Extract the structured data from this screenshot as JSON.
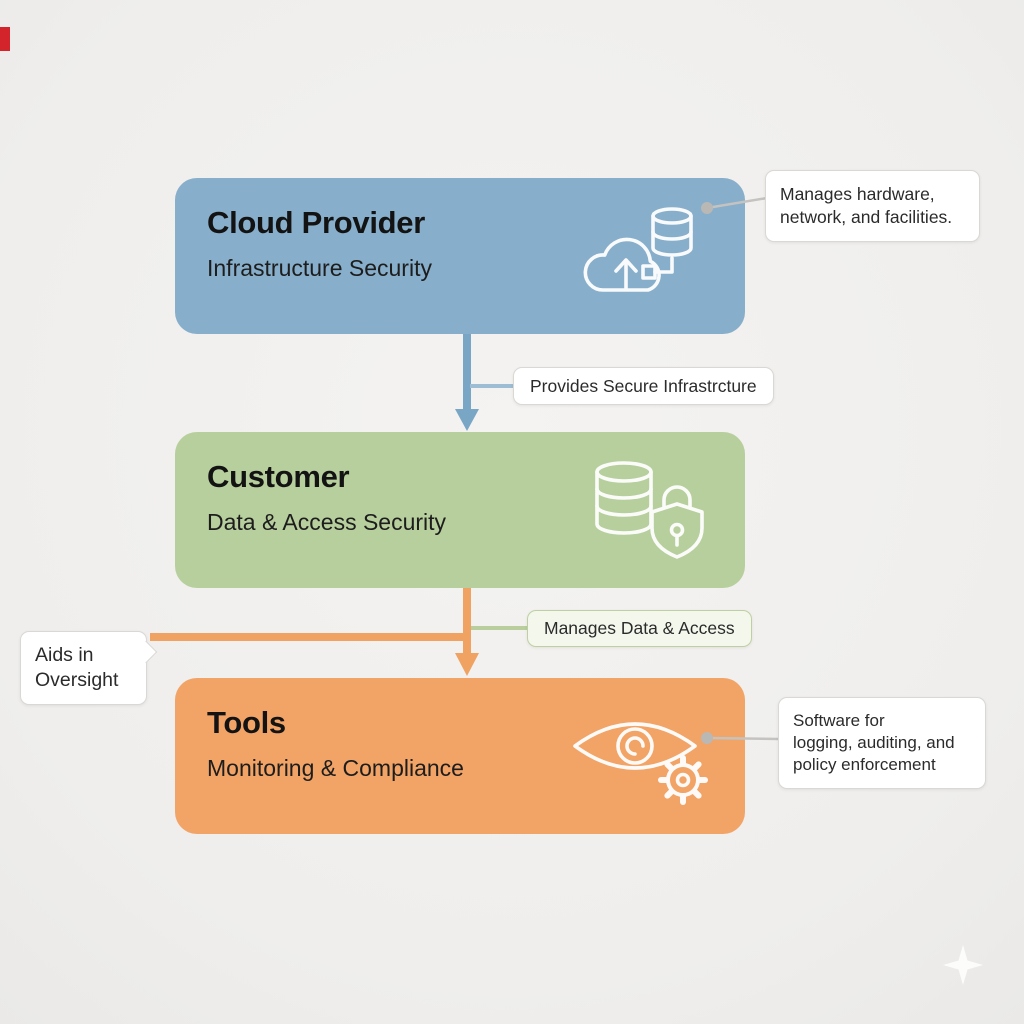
{
  "canvas": {
    "background": "#efeeec",
    "accent_blue": "#87aeca",
    "accent_green": "#b7cf9d",
    "accent_orange": "#f2a366"
  },
  "nodes": {
    "provider": {
      "title": "Cloud Provider",
      "subtitle": "Infrastructure Security",
      "color": "#87aeca",
      "icon": "cloud-upload-database-icon"
    },
    "customer": {
      "title": "Customer",
      "subtitle": "Data & Access Security",
      "color": "#b7cf9d",
      "icon": "database-lock-icon"
    },
    "tools": {
      "title": "Tools",
      "subtitle": "Monitoring & Compliance",
      "color": "#f2a366",
      "icon": "eye-gear-icon"
    }
  },
  "callouts": {
    "provider": "Manages hardware,\nnetwork, and facilities.",
    "flow_provider_customer": "Provides Secure Infrastrcture",
    "customer": "Manages Data & Access",
    "oversight": "Aids in\nOversight",
    "tools": "Software for\nlogging, auditing, and\npolicy enforcement"
  },
  "decorations": {
    "sparkle": "sparkle-icon",
    "red_marker": "red-marker"
  }
}
